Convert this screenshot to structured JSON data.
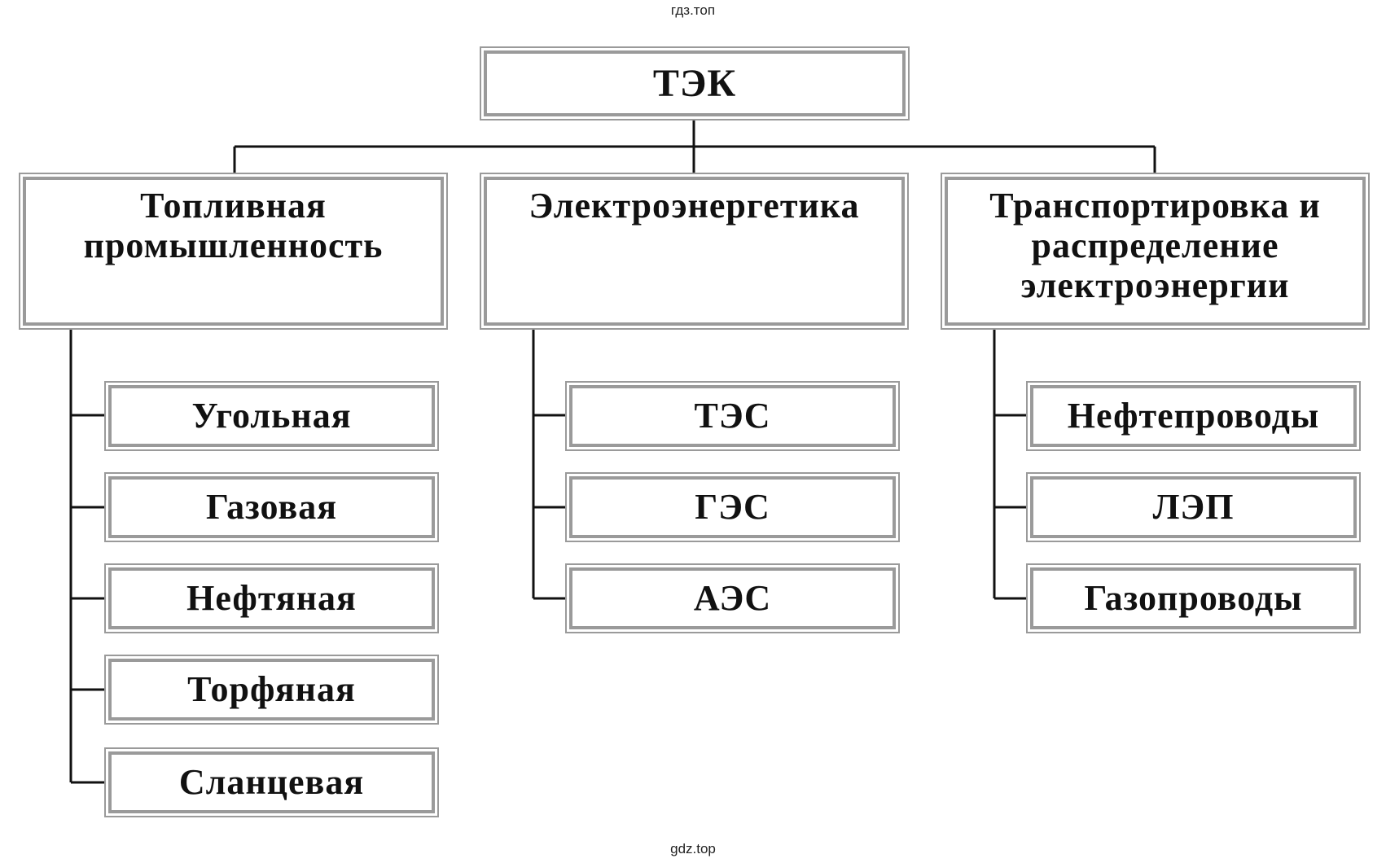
{
  "watermark_top": "гдз.топ",
  "watermark_bottom": "gdz.top",
  "root": "ТЭК",
  "branches": [
    {
      "title_lines": [
        "Топливная",
        "промышленность"
      ],
      "items": [
        "Угольная",
        "Газовая",
        "Нефтяная",
        "Торфяная",
        "Сланцевая"
      ]
    },
    {
      "title_lines": [
        "Электроэнергетика"
      ],
      "items": [
        "ТЭС",
        "ГЭС",
        "АЭС"
      ]
    },
    {
      "title_lines": [
        "Транспортировка и",
        "распределение",
        "электроэнергии"
      ],
      "items": [
        "Нефтепроводы",
        "ЛЭП",
        "Газопроводы"
      ]
    }
  ]
}
